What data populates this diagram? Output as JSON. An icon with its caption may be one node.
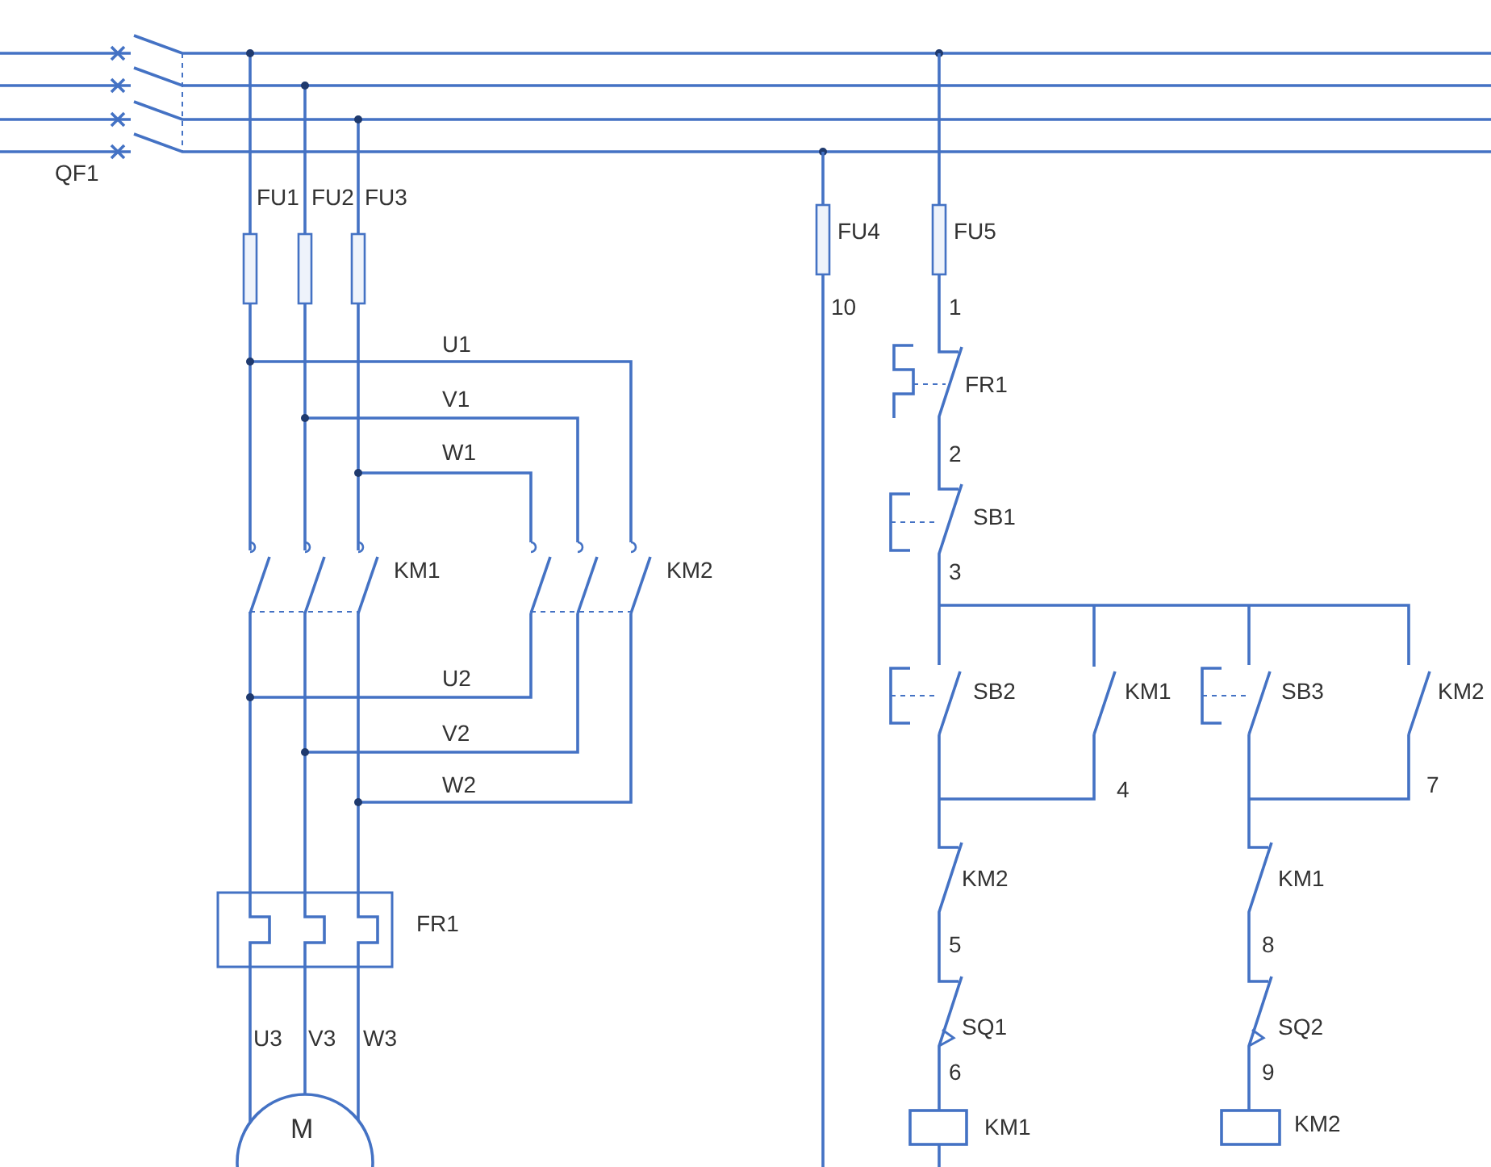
{
  "diagram": {
    "labels": [
      "QF1",
      "FU1",
      "FU2",
      "FU3",
      "FU4",
      "FU5",
      "10",
      "1",
      "U1",
      "FR1",
      "V1",
      "W1",
      "2",
      "SB1",
      "KM1",
      "KM2",
      "3",
      "U2",
      "SB2",
      "KM1",
      "SB3",
      "KM2",
      "V2",
      "W2",
      "4",
      "7",
      "KM2",
      "KM1",
      "FR1",
      "5",
      "8",
      "SQ1",
      "SQ2",
      "U3",
      "V3",
      "W3",
      "6",
      "9",
      "M",
      "KM1",
      "KM2"
    ]
  }
}
